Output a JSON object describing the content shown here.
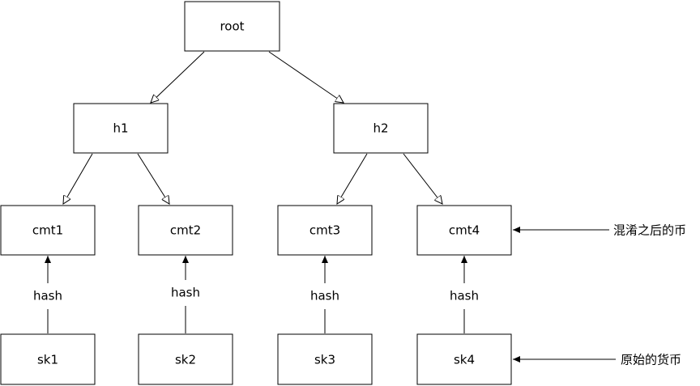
{
  "nodes": {
    "root": "root",
    "h1": "h1",
    "h2": "h2",
    "cmt1": "cmt1",
    "cmt2": "cmt2",
    "cmt3": "cmt3",
    "cmt4": "cmt4",
    "sk1": "sk1",
    "sk2": "sk2",
    "sk3": "sk3",
    "sk4": "sk4"
  },
  "edge_labels": {
    "hash1": "hash",
    "hash2": "hash",
    "hash3": "hash",
    "hash4": "hash"
  },
  "side_labels": {
    "mixed_coin": "混淆之后的币",
    "original_coin": "原始的货币"
  },
  "colors": {
    "stroke": "#000000",
    "fill": "#ffffff"
  }
}
